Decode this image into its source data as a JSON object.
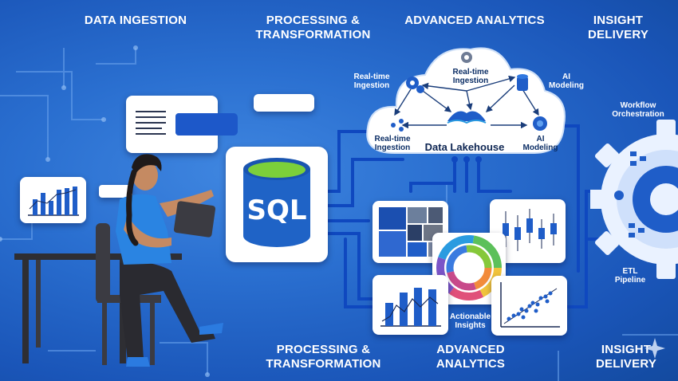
{
  "headers": {
    "top_ingestion": "DATA INGESTION",
    "top_processing_1": "PROCESSING &",
    "top_processing_2": "TRANSFORMATION",
    "top_analytics": "ADVANCED ANALYTICS",
    "top_insight_1": "INSIGHT",
    "top_insight_2": "DELIVERY",
    "bottom_processing_1": "PROCESSING &",
    "bottom_processing_2": "TRANSFORMATION",
    "bottom_analytics_1": "ADVANCED",
    "bottom_analytics_2": "ANALYTICS",
    "bottom_insight_1": "INSIGHT",
    "bottom_insight_2": "DELIVERY"
  },
  "database": {
    "label": "SQL"
  },
  "cloud": {
    "center_label": "Data Lakehouse",
    "node_top_1": "Real-time",
    "node_top_2": "Ingestion",
    "node_left_1": "Real-time",
    "node_left_2": "Ingestion",
    "node_right_1": "AI",
    "node_right_2": "Modeling",
    "outer_left_1": "Real-time",
    "outer_left_2": "Ingestion",
    "outer_right_1": "AI",
    "outer_right_2": "Modeling"
  },
  "insights": {
    "label_1": "Actionable",
    "label_2": "Insights"
  },
  "gear": {
    "workflow_1": "Workflow",
    "workflow_2": "Orchestration",
    "etl_1": "ETL",
    "etl_2": "Pipeline"
  },
  "colors": {
    "background": "#2a6fd0",
    "accent_blue": "#1f5fc8",
    "line_blue": "#1a56c8",
    "sql_cylinder": "#1f63c6",
    "sql_top": "#7ccf3a"
  }
}
